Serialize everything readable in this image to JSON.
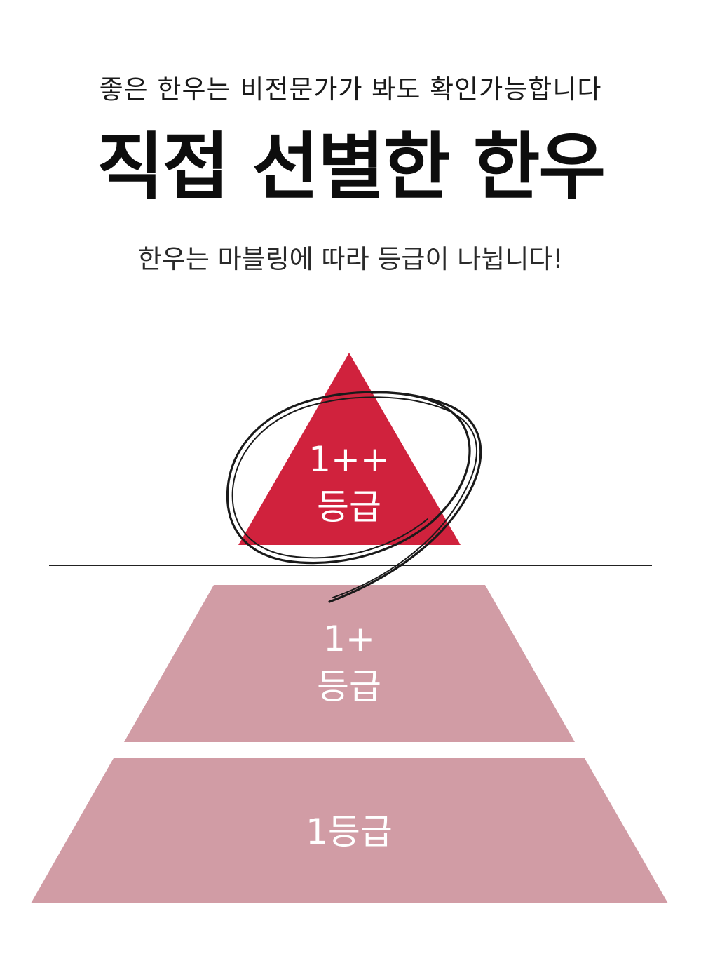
{
  "header": {
    "eyebrow": "좋은 한우는 비전문가가 봐도 확인가능합니다",
    "title": "직접 선별한 한우",
    "subtitle": "한우는 마블링에 따라 등급이 나뉩니다!"
  },
  "grades": [
    {
      "line1": "1++",
      "line2": "등급",
      "color": "#d0223d",
      "highlighted": true
    },
    {
      "line1": "1+",
      "line2": "등급",
      "color": "#d19ca5",
      "highlighted": false
    },
    {
      "line1": "1등급",
      "line2": "",
      "color": "#d19ca5",
      "highlighted": false
    }
  ],
  "colors": {
    "top_tier": "#d0223d",
    "lower_tier": "#d19ca5",
    "divider": "#222222",
    "scribble": "#1a1a1a"
  },
  "icons": {
    "scribble": "hand-drawn-circle"
  }
}
